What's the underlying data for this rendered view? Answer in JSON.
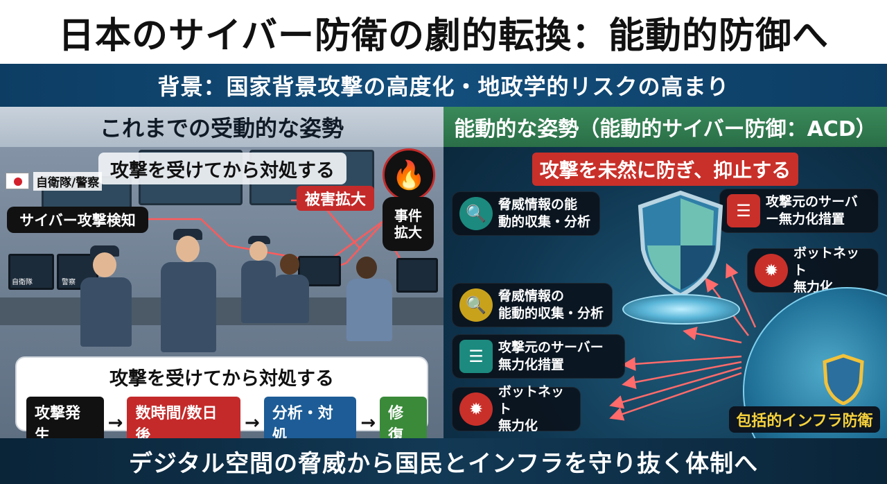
{
  "title": "日本のサイバー防衛の劇的転換：能動的防御へ",
  "background": "背景：国家背景攻撃の高度化・地政学的リスクの高まり",
  "left": {
    "heading": "これまでの受動的な姿勢",
    "top_pill": "攻撃を受けてから対処する",
    "flag_label": "自衛隊/警察",
    "detect_tag": "サイバー攻撃検知",
    "damage_tag": "被害拡大",
    "incident_line1": "事件",
    "incident_line2": "拡大",
    "monitor_label_1": "自衛隊",
    "monitor_label_2": "警察",
    "bubble_title": "攻撃を受けてから対処する",
    "flow": [
      {
        "label": "攻撃発生",
        "color": "#111111"
      },
      {
        "label": "数時間/数日後",
        "color": "#c42a2a"
      },
      {
        "label": "分析・対処",
        "color": "#1d5c96"
      },
      {
        "label": "修復",
        "color": "#3a8a3a"
      }
    ],
    "arrow": "→"
  },
  "right": {
    "heading": "能動的な姿勢（能動的サイバー防御：ACD）",
    "banner": "攻撃を未然に防ぎ、抑止する",
    "cards": [
      {
        "line1": "脅威情報の能",
        "line2": "動的収集・分析",
        "icon": "magnifier-icon",
        "color": "#1c8a7e"
      },
      {
        "line1": "攻撃元のサーバ",
        "line2": "ー無力化措置",
        "icon": "server-icon",
        "color": "#c9302a"
      },
      {
        "line1": "ボットネット",
        "line2": "無力化",
        "icon": "virus-icon",
        "color": "#c9302a"
      },
      {
        "line1": "脅威情報の",
        "line2": "能動的収集・分析",
        "icon": "magnifier-icon",
        "color": "#c9a21c"
      },
      {
        "line1": "攻撃元のサーバー",
        "line2": "無力化措置",
        "icon": "server-icon",
        "color": "#1c8a7e"
      },
      {
        "line1": "ボットネット",
        "line2": "無力化",
        "icon": "virus-icon",
        "color": "#c9302a"
      }
    ],
    "infra_label": "包括的インフラ防衛"
  },
  "footer": "デジタル空間の脅威から国民とインフラを守り抜く体制へ"
}
